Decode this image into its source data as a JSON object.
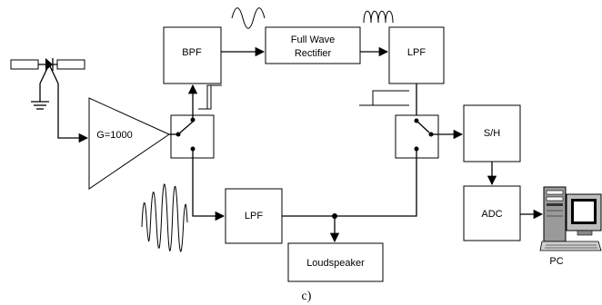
{
  "blocks": {
    "bpf": "BPF",
    "rectifier_line1": "Full Wave",
    "rectifier_line2": "Rectifier",
    "lpf_top": "LPF",
    "amplifier": "G=1000",
    "lpf_bottom": "LPF",
    "sample_hold": "S/H",
    "adc": "ADC",
    "loudspeaker": "Loudspeaker",
    "pc": "PC"
  },
  "caption": "c)",
  "icons": {
    "electrode": "electrode-diode-icon",
    "ground": "ground-icon",
    "switch": "switch-icon",
    "computer": "computer-icon"
  }
}
